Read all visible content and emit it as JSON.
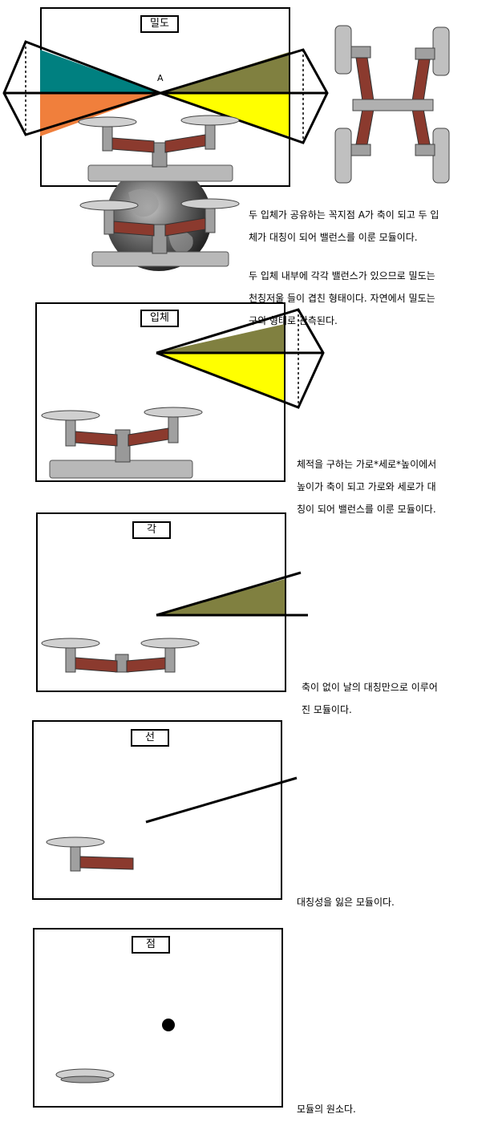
{
  "sections": [
    {
      "title": "밀도",
      "description_lines": [
        "두 입체가 공유하는 꼭지점 A가 축이 되고 두 입",
        "체가 대칭이 되어 밸런스를 이룬 모듈이다.",
        "두 입체 내부에 각각 밸런스가 있으므로 밀도는",
        "천칭저울 들이 겹친 형태이다. 자연에서 밀도는",
        "구의 형태로 관측된다."
      ],
      "point_label": "A"
    },
    {
      "title": "입체",
      "description_lines": [
        "체적을 구하는 가로*세로*높이에서",
        "높이가 축이 되고 가로와 세로가 대",
        "칭이 되어 밸런스를 이룬 모듈이다."
      ]
    },
    {
      "title": "각",
      "description_lines": [
        "축이 없이 날의 대칭만으로 이루어",
        "진 모듈이다."
      ]
    },
    {
      "title": "선",
      "description_lines": [
        "대칭성을 잃은 모듈이다."
      ]
    },
    {
      "title": "점",
      "description_lines": [
        "모듈의 원소다."
      ]
    }
  ],
  "colors": {
    "teal": "#008080",
    "orange": "#f07f3c",
    "olive": "#808040",
    "yellow": "#ffff00",
    "scale_metal": "#b8b8b8",
    "scale_arm": "#8b3a2e",
    "earth": "#6e6e6e"
  }
}
